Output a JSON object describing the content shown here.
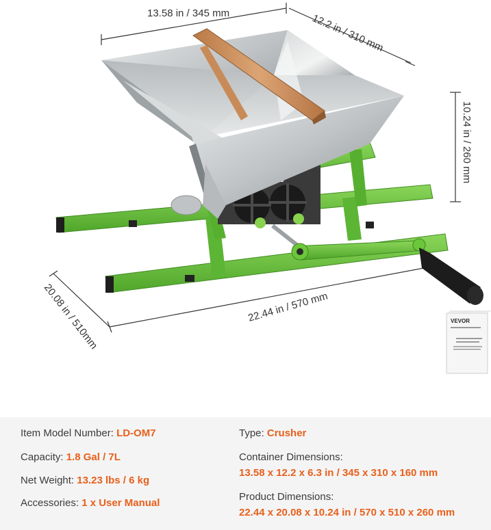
{
  "dimensions": {
    "width_top": "13.58 in / 345 mm",
    "depth_top": "12.2 in / 310 mm",
    "height": "10.24 in / 260 mm",
    "length_base": "22.44 in / 570 mm",
    "depth_base": "20.08 in / 510mm"
  },
  "manual": {
    "brand": "VEVOR"
  },
  "specs": {
    "model_label": "Item Model Number:",
    "model_value": "LD-OM7",
    "capacity_label": "Capacity:",
    "capacity_value": "1.8 Gal / 7L",
    "weight_label": "Net Weight:",
    "weight_value": "13.23 lbs / 6 kg",
    "accessories_label": "Accessories:",
    "accessories_value": "1 x User Manual",
    "type_label": "Type:",
    "type_value": "Crusher",
    "container_label": "Container Dimensions:",
    "container_value": "13.58 x 12.2 x 6.3 in / 345 x 310 x 160 mm",
    "product_label": "Product Dimensions:",
    "product_value": "22.44 x 20.08 x 10.24 in / 570 x 510 x 260 mm"
  },
  "colors": {
    "accent": "#e8601c",
    "frame_green": "#6cc63a",
    "steel": "#c9ccce",
    "wood": "#c98d5c"
  }
}
